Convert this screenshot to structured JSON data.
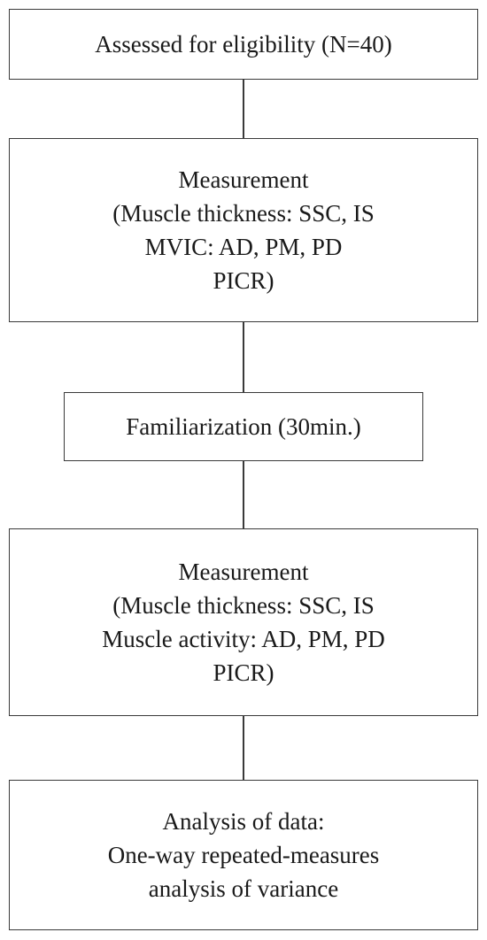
{
  "flowchart": {
    "steps": [
      {
        "id": "eligibility",
        "lines": [
          "Assessed for eligibility (N=40)"
        ]
      },
      {
        "id": "measurement-baseline",
        "lines": [
          "Measurement",
          "(Muscle thickness: SSC, IS",
          "MVIC: AD, PM, PD",
          "PICR)"
        ]
      },
      {
        "id": "familiarization",
        "lines": [
          "Familiarization (30min.)"
        ]
      },
      {
        "id": "measurement-post",
        "lines": [
          "Measurement",
          "(Muscle thickness: SSC, IS",
          "Muscle activity: AD, PM, PD",
          "PICR)"
        ]
      },
      {
        "id": "analysis",
        "lines": [
          "Analysis of data:",
          "One-way repeated-measures",
          "analysis of variance"
        ]
      }
    ],
    "colors": {
      "border": "#3a3a3a",
      "text": "#1a1a1a",
      "background": "#ffffff"
    }
  }
}
